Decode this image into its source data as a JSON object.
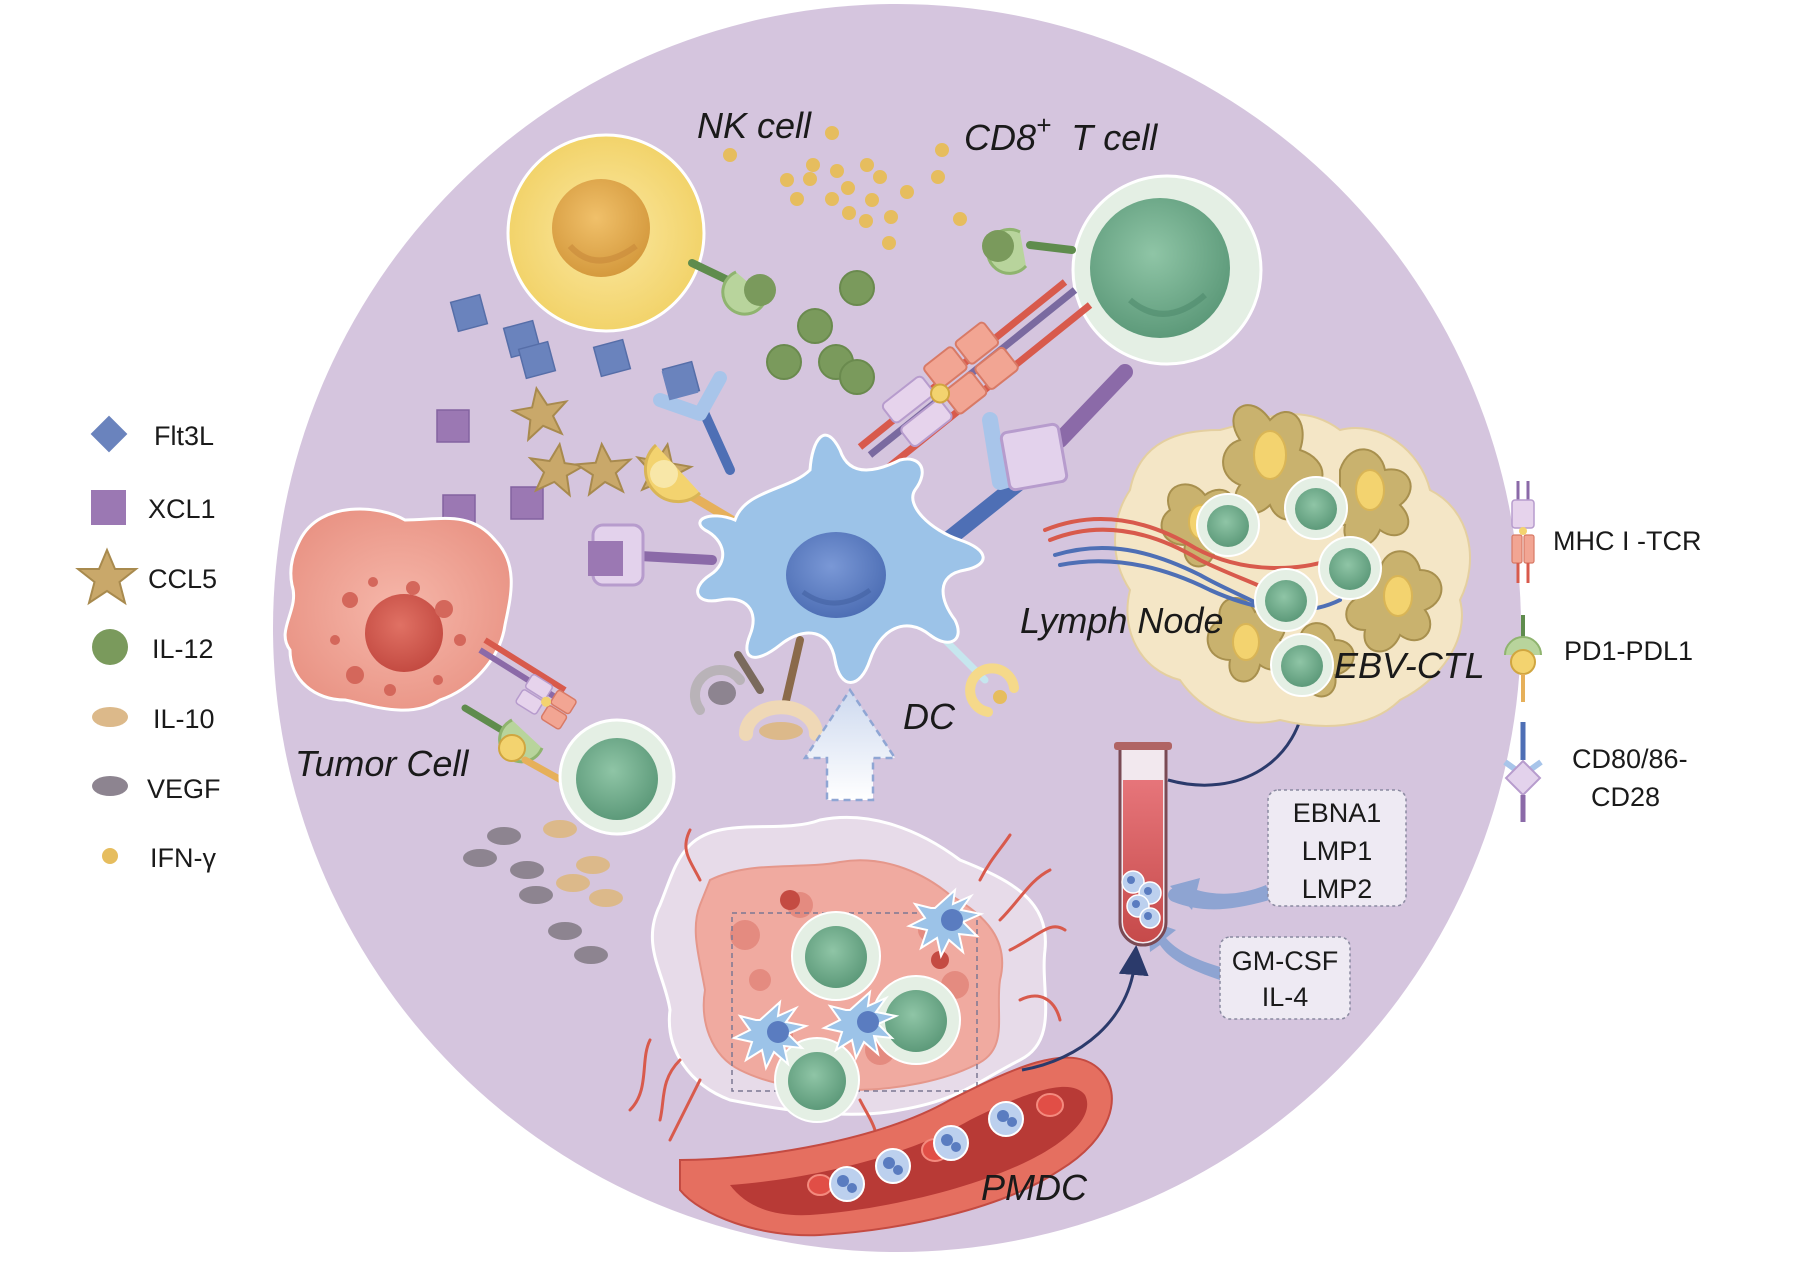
{
  "labels": {
    "nk_cell": "NK cell",
    "cd8_t_cell_prefix": "CD8",
    "cd8_t_cell_sup": "+",
    "cd8_t_cell_suffix": "T cell",
    "tumor_cell": "Tumor Cell",
    "dc": "DC",
    "lymph_node": "Lymph Node",
    "ebv_ctl": "EBV-CTL",
    "pmdc": "PMDC"
  },
  "antigen_box": {
    "lines": [
      "EBNA1",
      "LMP1",
      "LMP2"
    ]
  },
  "cytokine_box": {
    "lines": [
      "GM-CSF",
      "IL-4"
    ]
  },
  "legend_left": [
    {
      "label": "Flt3L",
      "icon": "diamond-icon",
      "color": "#6a83bd"
    },
    {
      "label": "XCL1",
      "icon": "square-icon",
      "color": "#9b78b3"
    },
    {
      "label": "CCL5",
      "icon": "star-icon",
      "color": "#c9a86a"
    },
    {
      "label": "IL-12",
      "icon": "circle-icon",
      "color": "#7a9a5c"
    },
    {
      "label": "IL-10",
      "icon": "ellipse-icon",
      "color": "#dcb98a"
    },
    {
      "label": "VEGF",
      "icon": "ellipse-icon",
      "color": "#8d8490"
    },
    {
      "label": "IFN-γ",
      "icon": "dot-icon",
      "color": "#e6bd5e"
    }
  ],
  "legend_right": [
    {
      "label": "MHC I -TCR",
      "icon": "mhc-tcr-icon"
    },
    {
      "label": "PD1-PDL1",
      "icon": "pd1-pdl1-icon"
    },
    {
      "label_lines": [
        "CD80/86-",
        "CD28"
      ],
      "icon": "cd80-cd28-icon"
    }
  ],
  "colors": {
    "background_circle": "#d5c5de",
    "nk_cell": "#f5d97a",
    "t_cell": "#7fb79a",
    "dc": "#9cc3e8",
    "tumor": "#f0a99c",
    "vessel": "#d85a4c"
  }
}
